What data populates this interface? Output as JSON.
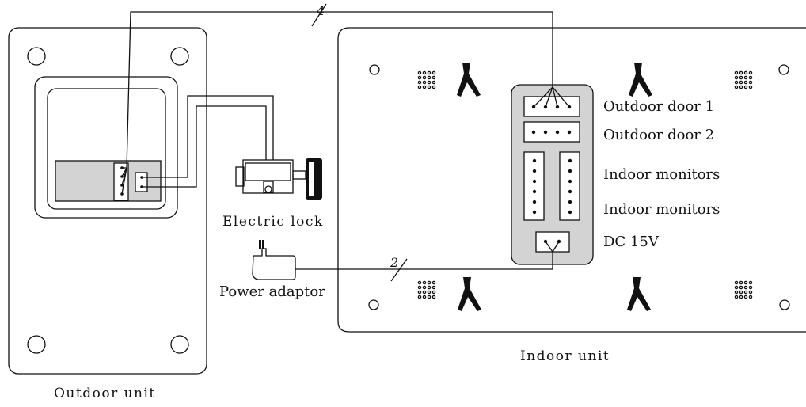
{
  "labels": {
    "outdoor_unit": "Outdoor unit",
    "indoor_unit": "Indoor unit",
    "electric_lock": "Electric lock",
    "power_adaptor": "Power adaptor",
    "outdoor_door_1": "Outdoor  door  1",
    "outdoor_door_2": "Outdoor  door  2",
    "indoor_monitors_1": "Indoor  monitors",
    "indoor_monitors_2": "Indoor  monitors",
    "dc": "DC  15V",
    "wire_count_top": "4",
    "wire_count_power": "2"
  },
  "colors": {
    "line": "#111111",
    "panel_fill": "#d3d3d3",
    "background": "#ffffff"
  }
}
